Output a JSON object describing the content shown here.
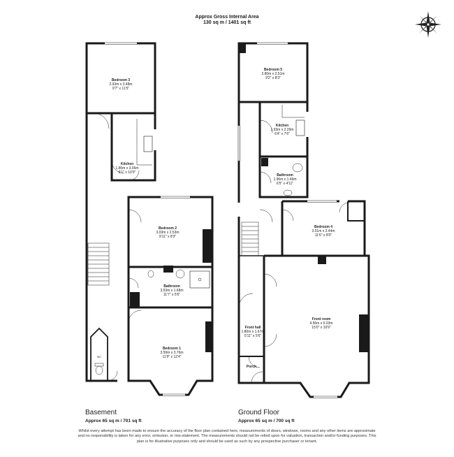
{
  "header": {
    "title": "Approx Gross Internal Area",
    "subtitle": "130 sq m / 1401 sq ft"
  },
  "compass": {
    "icon": "compass-rose-icon"
  },
  "basement": {
    "name": "Basement",
    "area": "Approx 65 sq m / 701 sq ft",
    "rooms": {
      "bedroom3": {
        "name": "Bedroom 3",
        "m": "2.93m x 3.48m",
        "ft": "9'7\" x 11'5\""
      },
      "kitchen": {
        "name": "Kitchen",
        "m": "1.86m x 3.06m",
        "ft": "6'1\" x 10'0\""
      },
      "bedroom2": {
        "name": "Bedroom 2",
        "m": "3.03m x 2.53m",
        "ft": "9'11\" x 8'3\""
      },
      "bathroom": {
        "name": "Bathroom",
        "m": "3.53m x 1.68m",
        "ft": "11'7\" x 5'6\""
      },
      "bedroom1": {
        "name": "Bedroom 1",
        "m": "3.59m x 3.76m",
        "ft": "11'9\" x 12'4\""
      },
      "wc": {
        "name": "WC"
      }
    }
  },
  "ground": {
    "name": "Ground Floor",
    "area": "Approx 65 sq m / 700 sq ft",
    "rooms": {
      "bedroom5": {
        "name": "Bedroom 5",
        "m": "2.80m x 2.51m",
        "ft": "9'2\" x 8'3\""
      },
      "kitchen": {
        "name": "Kitchen",
        "m": "1.93m x 2.29m",
        "ft": "6'4\" x 7'6\""
      },
      "bathroom": {
        "name": "Bathroom",
        "m": "1.96m x 1.49m",
        "ft": "6'5\" x 4'11\""
      },
      "bedroom4": {
        "name": "Bedroom 4",
        "m": "3.51m x 2.44m",
        "ft": "11'6\" x 8'0\""
      },
      "fronthall": {
        "name": "Front hall",
        "m": "1.80m x 1.67m",
        "ft": "5'11\" x 5'6\""
      },
      "frontroom": {
        "name": "Front room",
        "m": "4.56m x 6.03m",
        "ft": "15'0\" x 19'9\""
      },
      "porch": {
        "name": "Porch"
      }
    }
  },
  "disclaimer": "Whilst every attempt has been made to ensure the accuracy of the floor plan contained here, measurements of doors, windows, rooms and any other items are approximate and no responsibility is taken for any error, omission, or mis-statement. The measurements should not be relied upon for valuation, transaction and/or funding purposes. This plan is for illustrative purposes only and should be used as such by any prospective purchaser or tenant."
}
